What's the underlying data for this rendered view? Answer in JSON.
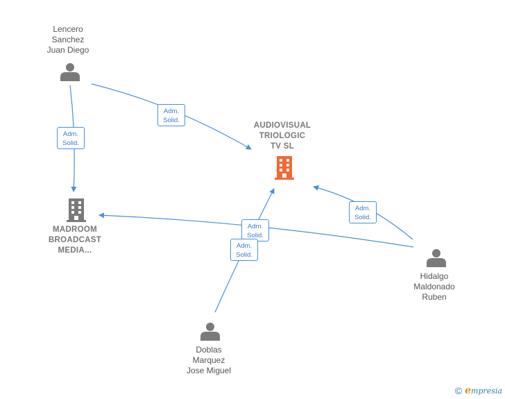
{
  "nodes": {
    "audiovisual": {
      "lines": [
        "AUDIOVISUAL",
        "TRIOLOGIC",
        "TV  SL"
      ],
      "kind": "company-main",
      "color": "#f06a35"
    },
    "madroom": {
      "lines": [
        "MADROOM",
        "BROADCAST",
        "MEDIA..."
      ],
      "kind": "company",
      "color": "#7a7a7a"
    },
    "lencero": {
      "lines": [
        "Lencero",
        "Sanchez",
        "Juan Diego"
      ],
      "kind": "person",
      "color": "#7a7a7a"
    },
    "hidalgo": {
      "lines": [
        "Hidalgo",
        "Maldonado",
        "Ruben"
      ],
      "kind": "person",
      "color": "#7a7a7a"
    },
    "doblas": {
      "lines": [
        "Doblas",
        "Marquez",
        "Jose Miguel"
      ],
      "kind": "person",
      "color": "#7a7a7a"
    }
  },
  "edges": [
    {
      "from": "lencero",
      "to": "audiovisual",
      "label": [
        "Adm.",
        "Solid."
      ]
    },
    {
      "from": "lencero",
      "to": "madroom",
      "label": [
        "Adm.",
        "Solid."
      ]
    },
    {
      "from": "hidalgo",
      "to": "audiovisual",
      "label": [
        "Adm.",
        "Solid."
      ]
    },
    {
      "from": "hidalgo",
      "to": "madroom",
      "label": [
        "Adm.",
        "Solid."
      ]
    },
    {
      "from": "doblas",
      "to": "audiovisual",
      "label": [
        "Adm.",
        "Solid."
      ]
    }
  ],
  "colors": {
    "edge": "#4a8fdb",
    "person-icon": "#7a7a7a",
    "company-icon": "#7a7a7a",
    "main-company-icon": "#f06a35"
  },
  "footer": {
    "copyright_symbol": "©",
    "brand_first": "e",
    "brand_rest": "mpresia"
  }
}
